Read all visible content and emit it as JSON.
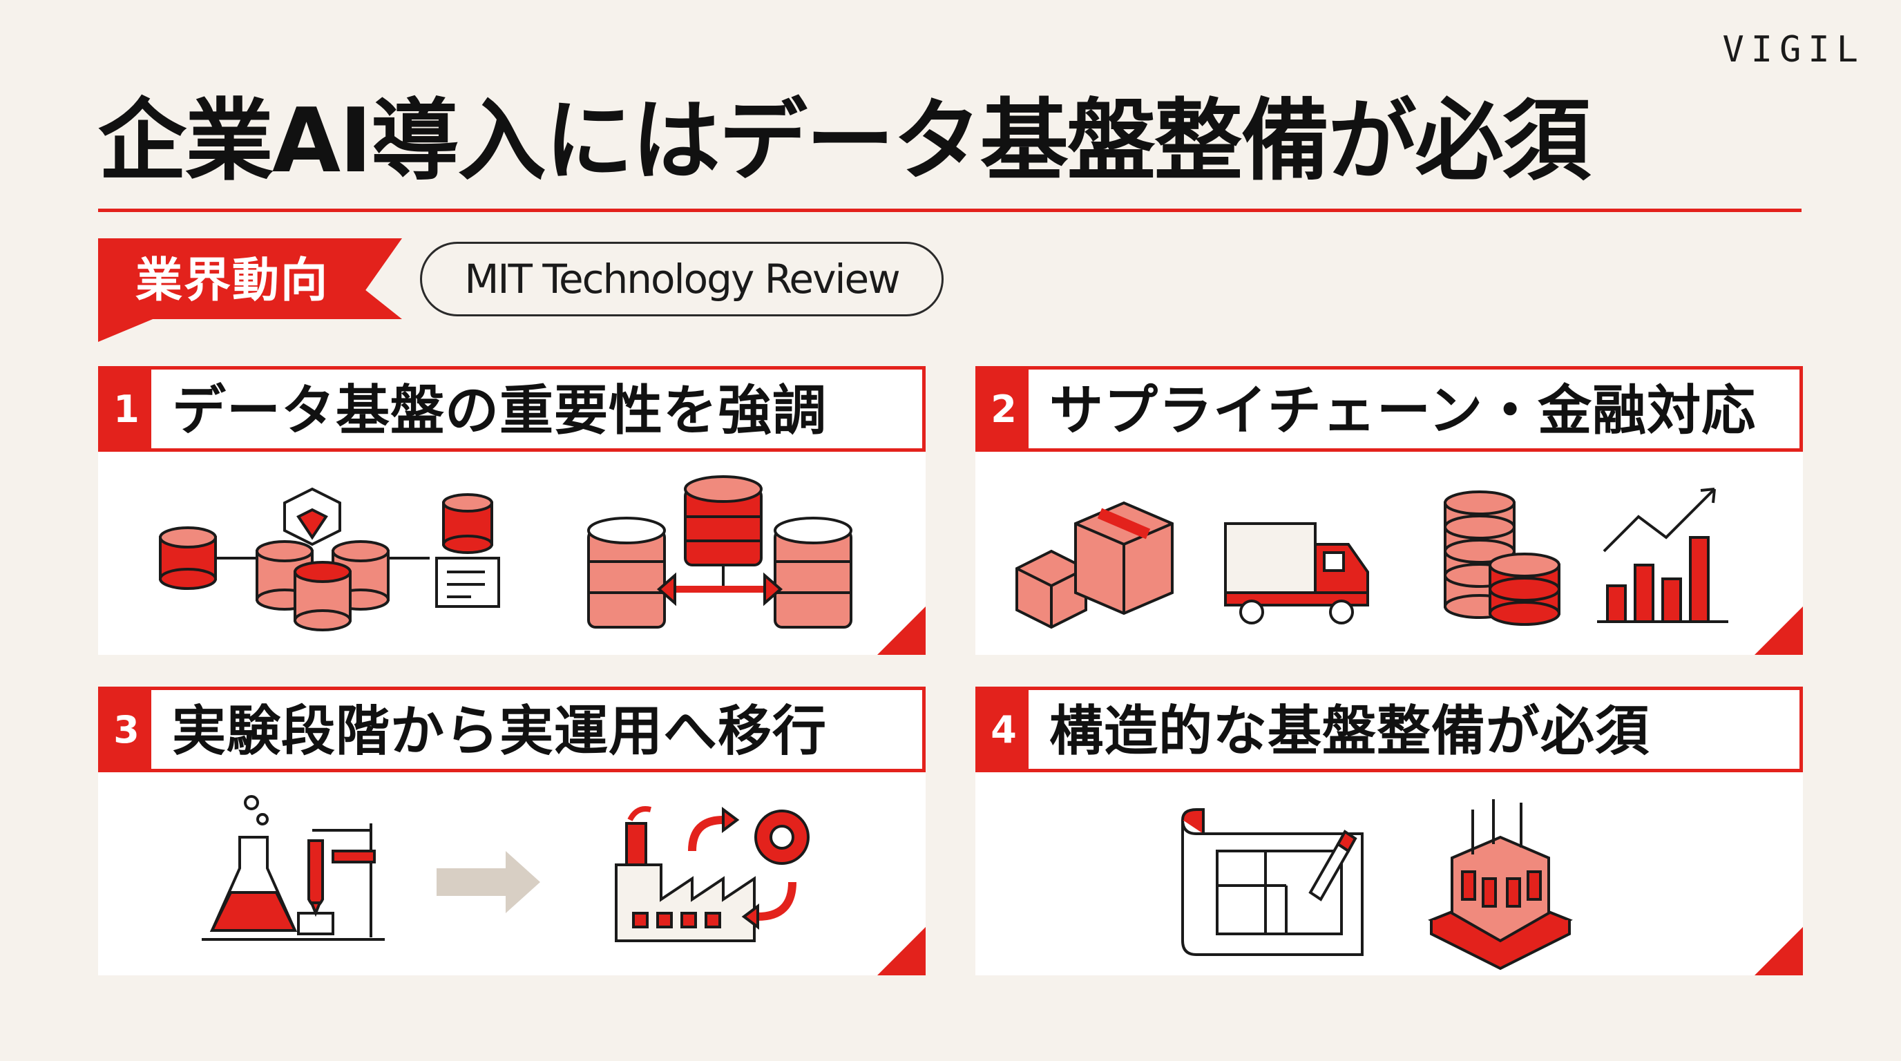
{
  "brand": "VIGIL",
  "title": "企業AI導入にはデータ基盤整備が必須",
  "tag": "業界動向",
  "source": "MIT Technology Review",
  "colors": {
    "accent": "#e3221c",
    "accent_light": "#f08a7d",
    "background": "#f6f2ec",
    "arrow_grey": "#d8cfc4"
  },
  "cards": [
    {
      "num": "1",
      "title": "データ基盤の重要性を強調",
      "icons": [
        "database-network-icon",
        "server-sync-icon"
      ]
    },
    {
      "num": "2",
      "title": "サプライチェーン・金融対応",
      "icons": [
        "boxes-icon",
        "truck-icon",
        "coin-stack-icon",
        "growth-chart-icon"
      ]
    },
    {
      "num": "3",
      "title": "実験段階から実運用へ移行",
      "icons": [
        "lab-flask-icon",
        "arrow-right-icon",
        "factory-gear-icon"
      ]
    },
    {
      "num": "4",
      "title": "構造的な基盤整備が必須",
      "icons": [
        "blueprint-icon",
        "building-foundation-icon"
      ]
    }
  ]
}
